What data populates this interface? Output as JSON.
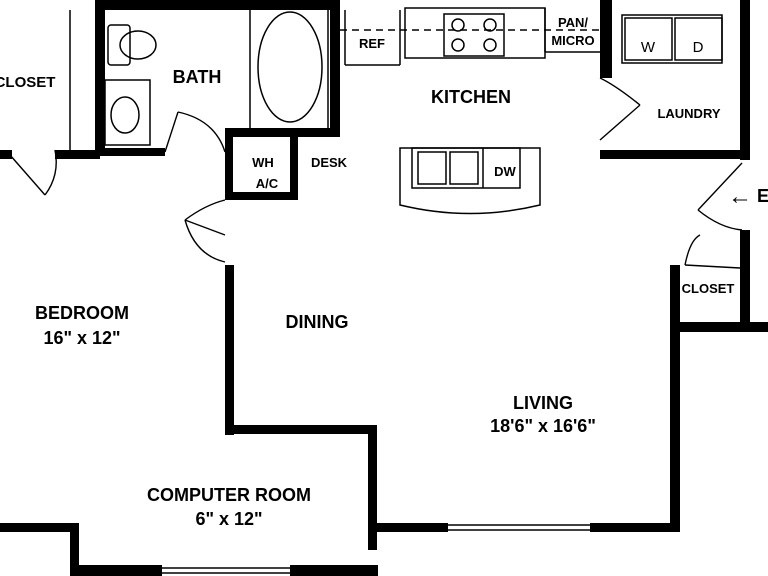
{
  "rooms": {
    "closet_left": "CLOSET",
    "bath": "BATH",
    "kitchen": "KITCHEN",
    "laundry": "LAUNDRY",
    "wh": "WH",
    "ac": "A/C",
    "desk": "DESK",
    "bedroom": "BEDROOM",
    "bedroom_size": "16\" x 12\"",
    "dining": "DINING",
    "living": "LIVING",
    "living_size": "18'6\" x 16'6\"",
    "computer_room": "COMPUTER ROOM",
    "computer_room_size": "6\" x 12\"",
    "closet_right": "CLOSET"
  },
  "fixtures": {
    "ref": "REF",
    "pan_micro_line1": "PAN/",
    "pan_micro_line2": "MICRO",
    "washer": "W",
    "dryer": "D",
    "dishwasher": "DW"
  },
  "entry": {
    "arrow": "←",
    "label": "E"
  }
}
